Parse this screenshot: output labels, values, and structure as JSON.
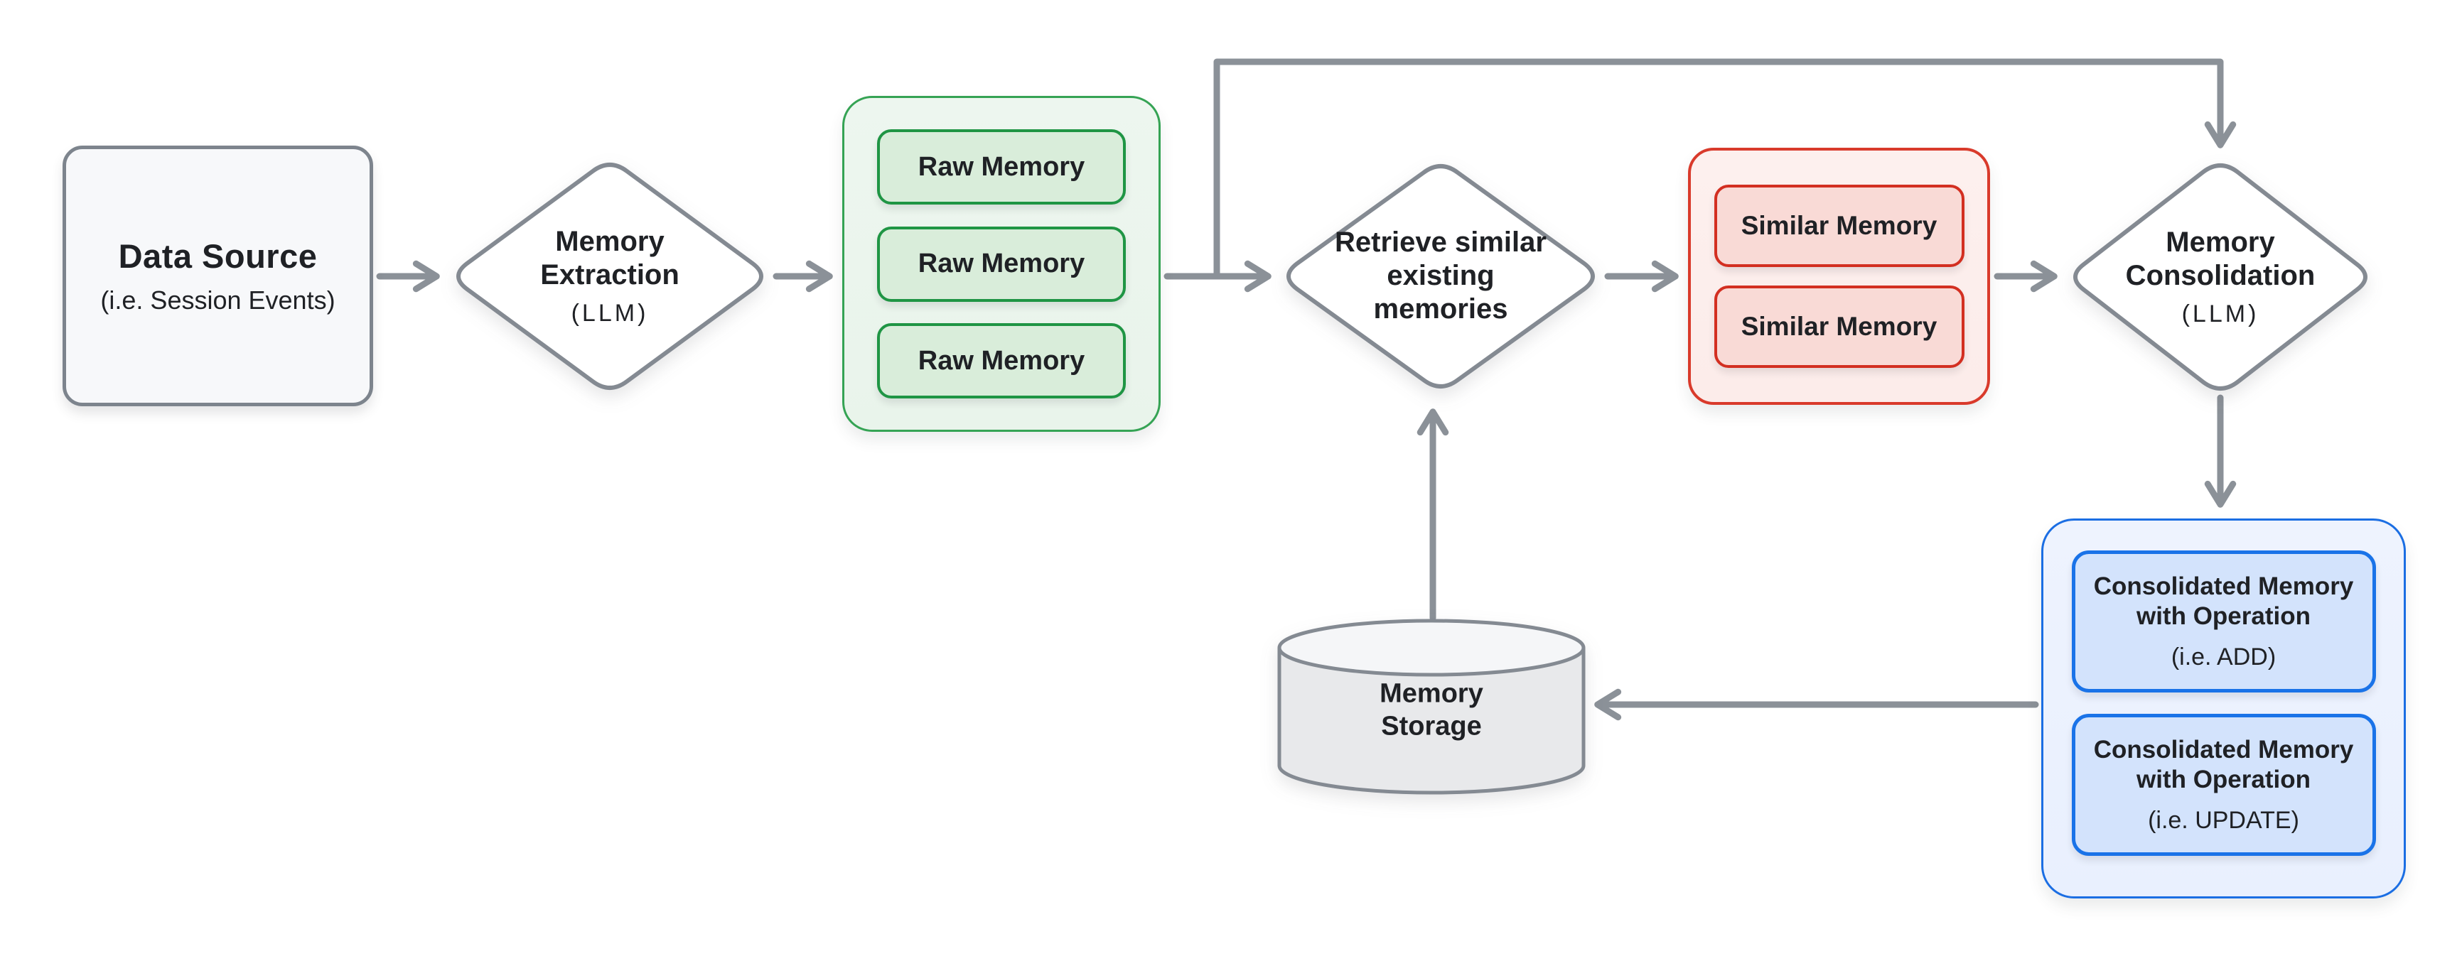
{
  "colors": {
    "wire": "#8b9198",
    "shape-border": "#848a92",
    "text": "#1f2125",
    "node-fill": "#f7f8fa",
    "green-border": "#35a354",
    "green-fill": "#e9f4eb",
    "green-chip-border": "#1f9544",
    "green-chip-fill": "#d9edda",
    "red-border": "#d93a2b",
    "red-fill": "#fcecea",
    "red-chip-border": "#d32f21",
    "red-chip-fill": "#f9dad6",
    "blue-border": "#1b6ee3",
    "blue-fill": "#e9f0fe",
    "blue-chip-border": "#1a73e8",
    "blue-chip-fill": "#d3e3fc"
  },
  "nodes": {
    "data_source": {
      "title": "Data Source",
      "subtitle": "(i.e. Session Events)"
    },
    "memory_extraction": {
      "line1": "Memory",
      "line2": "Extraction",
      "subtitle": "(LLM)"
    },
    "raw_memory_group": {
      "items": [
        "Raw Memory",
        "Raw Memory",
        "Raw Memory"
      ]
    },
    "retrieve": {
      "line1": "Retrieve similar",
      "line2": "existing",
      "line3": "memories"
    },
    "similar_memory_group": {
      "items": [
        "Similar Memory",
        "Similar Memory"
      ]
    },
    "memory_consolidation": {
      "line1": "Memory",
      "line2": "Consolidation",
      "subtitle": "(LLM)"
    },
    "consolidated_group": {
      "items": [
        {
          "line1": "Consolidated Memory",
          "line2": "with Operation",
          "subtitle": "(i.e. ADD)"
        },
        {
          "line1": "Consolidated Memory",
          "line2": "with Operation",
          "subtitle": "(i.e. UPDATE)"
        }
      ]
    },
    "memory_storage": {
      "line1": "Memory",
      "line2": "Storage"
    }
  }
}
